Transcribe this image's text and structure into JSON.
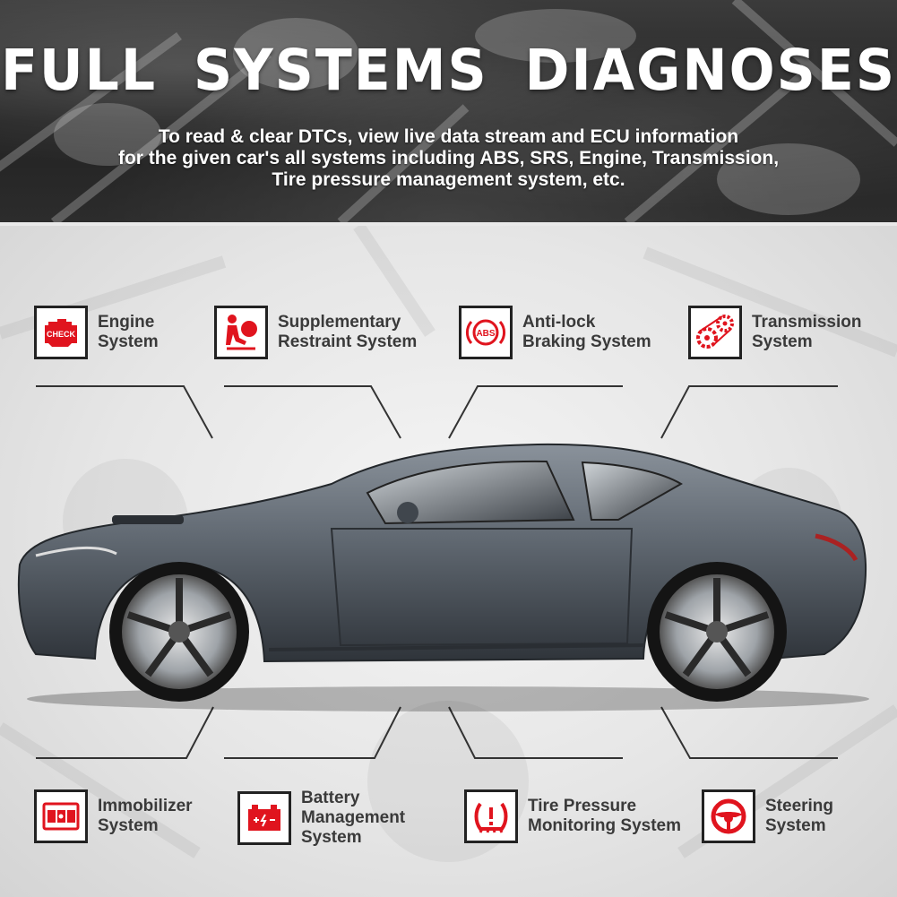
{
  "header": {
    "title": "FULL SYSTEMS DIAGNOSES",
    "subtitle_lines": [
      "To read & clear DTCs, view live data stream and ECU information",
      "for the given car's all systems including ABS, SRS, Engine, Transmission,",
      "Tire pressure management system, etc."
    ]
  },
  "features_top": [
    {
      "icon": "check-engine-icon",
      "line1": "Engine",
      "line2": "System"
    },
    {
      "icon": "airbag-icon",
      "line1": "Supplementary",
      "line2": "Restraint System"
    },
    {
      "icon": "abs-icon",
      "line1": "Anti-lock",
      "line2": "Braking System"
    },
    {
      "icon": "transmission-gear-icon",
      "line1": "Transmission",
      "line2": "System"
    }
  ],
  "features_bottom": [
    {
      "icon": "immobilizer-icon",
      "line1": "Immobilizer",
      "line2": "System"
    },
    {
      "icon": "battery-icon",
      "line1": "Battery",
      "line2": "Management",
      "line3": "System"
    },
    {
      "icon": "tire-pressure-icon",
      "line1": "Tire Pressure",
      "line2": "Monitoring System"
    },
    {
      "icon": "steering-wheel-icon",
      "line1": "Steering",
      "line2": "System"
    }
  ],
  "icon_text": {
    "check": "CHECK",
    "abs": "ABS"
  },
  "colors": {
    "accent": "#e0141e",
    "label": "#3a3a3a",
    "border": "#222222",
    "car_body": "#5f6770"
  }
}
